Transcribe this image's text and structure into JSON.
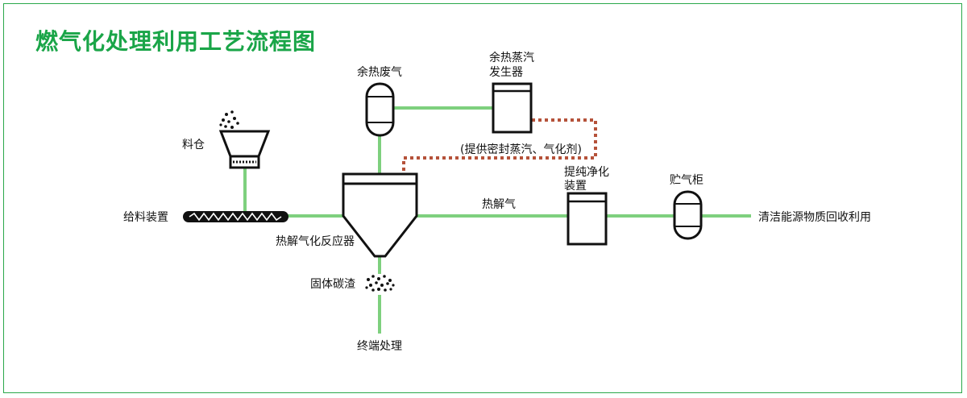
{
  "title": "燃气化处理利用工艺流程图",
  "colors": {
    "pipe": "#7ed07e",
    "steam_line": "#b5523a",
    "equipment": "#111111",
    "title": "#1aa548",
    "frame": "#2aa84a"
  },
  "labels": {
    "hopper": "料仓",
    "feeder": "给料装置",
    "reactor": "热解气化反应器",
    "waste_heat_gas": "余热废气",
    "steam_generator_line1": "余热蒸汽",
    "steam_generator_line2": "发生器",
    "steam_supply_note": "(提供密封蒸汽、气化剂)",
    "pyrolysis_gas": "热解气",
    "purifier_line1": "提纯净化",
    "purifier_line2": "装置",
    "gas_holder": "贮气柜",
    "clean_energy": "清洁能源物质回收利用",
    "solid_residue": "固体碳渣",
    "final_treatment": "终端处理"
  }
}
